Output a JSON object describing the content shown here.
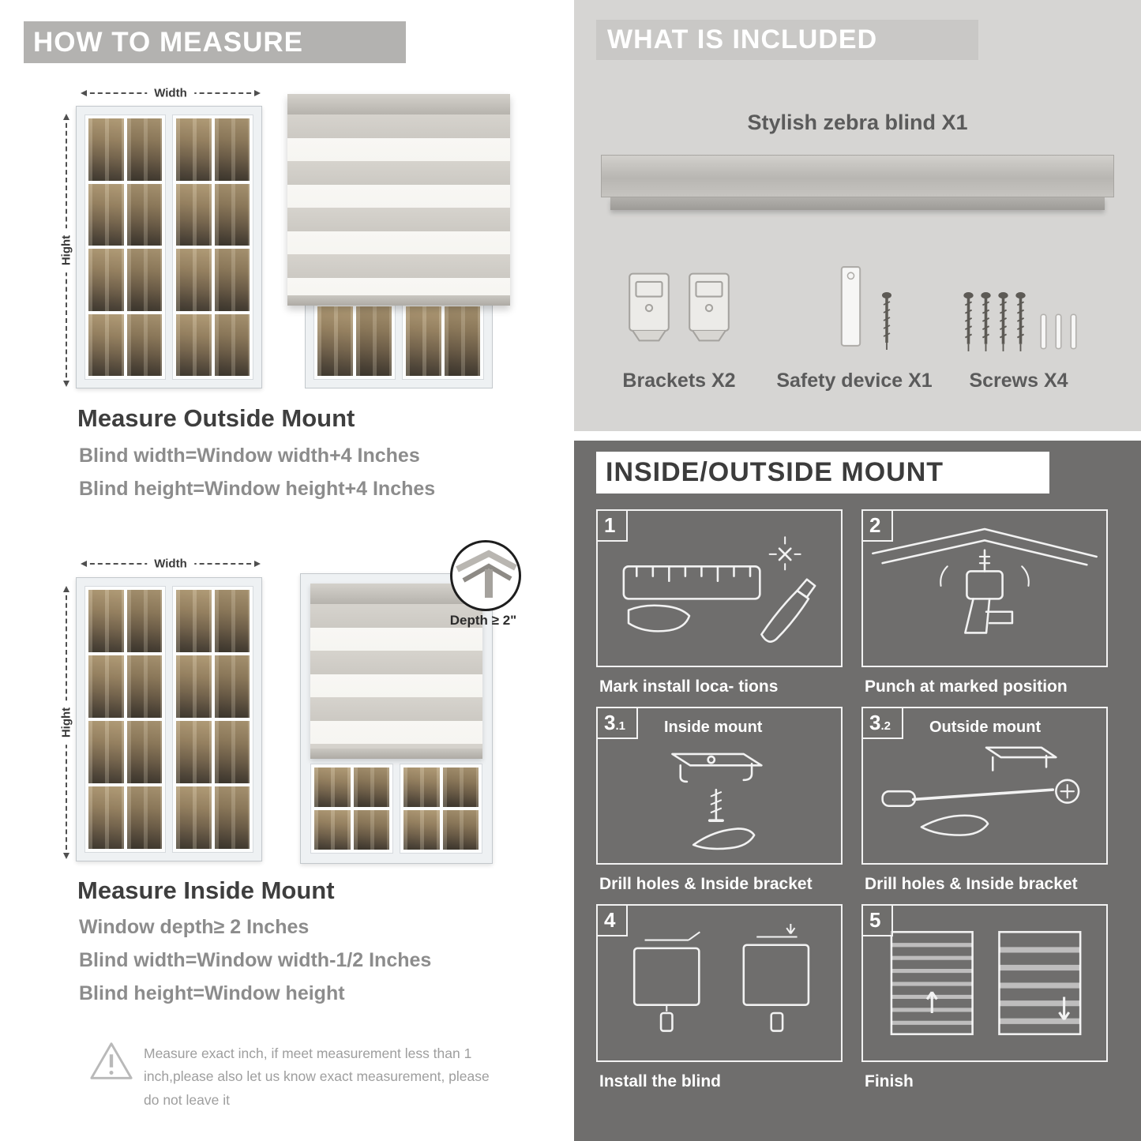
{
  "left": {
    "header": "HOW TO MEASURE",
    "outside_mount": {
      "width_label": "Width",
      "height_label": "Hight",
      "title": "Measure Outside Mount",
      "line1": "Blind width=Window width+4 Inches",
      "line2": "Blind height=Window height+4 Inches"
    },
    "inside_mount": {
      "width_label": "Width",
      "height_label": "Hight",
      "depth_label": "Depth ≥ 2\"",
      "title": "Measure Inside Mount",
      "line1": "Window depth≥ 2 Inches",
      "line2": "Blind width=Window width-1/2 Inches",
      "line3": "Blind height=Window height"
    },
    "warning_text": "Measure exact inch, if meet measurement less than 1 inch,please also let us know exact measurement, please do not leave it"
  },
  "included": {
    "header": "WHAT IS INCLUDED",
    "blind_label": "Stylish zebra blind X1",
    "brackets_label": "Brackets X2",
    "safety_label": "Safety device X1",
    "screws_label": "Screws X4"
  },
  "mount": {
    "header": "INSIDE/OUTSIDE MOUNT",
    "steps": [
      {
        "num": "1",
        "sub": "",
        "inner_label": "",
        "caption": "Mark install loca- tions"
      },
      {
        "num": "2",
        "sub": "",
        "inner_label": "",
        "caption": "Punch at  marked position"
      },
      {
        "num": "3",
        "sub": ".1",
        "inner_label": "Inside mount",
        "caption": "Drill holes &  Inside bracket"
      },
      {
        "num": "3",
        "sub": ".2",
        "inner_label": "Outside mount",
        "caption": "Drill holes &  Inside bracket"
      },
      {
        "num": "4",
        "sub": "",
        "inner_label": "",
        "caption": "Install the blind"
      },
      {
        "num": "5",
        "sub": "",
        "inner_label": "",
        "caption": "Finish"
      }
    ]
  },
  "colors": {
    "banner_gray": "#b3b2b0",
    "included_bg": "#d6d5d3",
    "dark_bg": "#6f6e6d",
    "heading_text": "#3e3e3e",
    "formula_text": "#8c8c8c"
  }
}
